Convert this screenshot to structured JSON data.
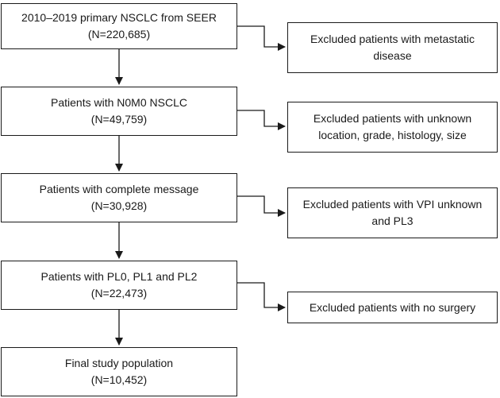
{
  "main_boxes": [
    {
      "title": "2010–2019 primary NSCLC from SEER",
      "count": "(N=220,685)"
    },
    {
      "title": "Patients with N0M0 NSCLC",
      "count": "(N=49,759)"
    },
    {
      "title": "Patients with complete message",
      "count": "(N=30,928)"
    },
    {
      "title": "Patients with PL0, PL1 and PL2",
      "count": "(N=22,473)"
    },
    {
      "title": "Final study population",
      "count": "(N=10,452)"
    }
  ],
  "exclusion_boxes": [
    {
      "line1": "Excluded patients with metastatic",
      "line2": "disease"
    },
    {
      "line1": "Excluded patients with unknown",
      "line2": "location, grade, histology, size"
    },
    {
      "line1": "Excluded patients with VPI unknown",
      "line2": "and PL3"
    },
    {
      "line1": "Excluded patients with no surgery",
      "line2": ""
    }
  ]
}
